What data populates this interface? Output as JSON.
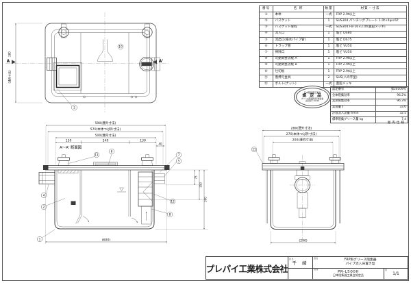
{
  "sheet": {
    "background": "#ffffff",
    "line_color": "#3c3c3c"
  },
  "plan": {
    "section_mark_left": "A",
    "section_mark_right": "A'",
    "vertical_dim_value": "280",
    "vertical_dim_note": "(漕外寸法)",
    "callouts": [
      "10",
      "2"
    ]
  },
  "section": {
    "label": "A～A' 断面図",
    "dims": {
      "outer_width": "590(漕外寸法)",
      "flange_width": "570(本体つば外寸法)",
      "inner_width": "500(漕内寸法)",
      "seg_left": "130",
      "seg_mid": "240",
      "seg_right": "130",
      "outlet_offset": "40",
      "depth_75": "75",
      "depth_150": "150",
      "depth_300": "300",
      "overall_width": "(600)"
    },
    "callouts": [
      "1",
      "2",
      "4",
      "11",
      "6",
      "7",
      "5",
      "12",
      "8"
    ]
  },
  "side": {
    "dims": {
      "outer_width": "280(漕外寸法)",
      "flange_width": "270(本体つば外寸法)",
      "inner_width": "200(漕内寸法)",
      "overall_width": "(290)"
    },
    "callouts": [
      "11"
    ]
  },
  "parts_table": {
    "headers": [
      "番号",
      "名  称",
      "数量",
      "材質・寸法"
    ],
    "rows": [
      [
        "①",
        "本体",
        "一式",
        "FRP 2.9t以上"
      ],
      [
        "②",
        "バスケット",
        "1",
        "SUS304 パンチングプレート 1.0t×4φ×6P"
      ],
      [
        "③",
        "バスケット受枠",
        "一式",
        "SUS304 FB-16×2.0t(亜鉛メッキ)"
      ],
      [
        "④",
        "流入口",
        "1",
        "塩ビ DS80"
      ],
      [
        "⑤",
        "流出口(排水パイプ管)",
        "1",
        "塩ビ DS75"
      ],
      [
        "⑥",
        "トラップ管",
        "1",
        "塩ビ VU50"
      ],
      [
        "⑦",
        "掃除口",
        "1",
        "塩ビ VU50"
      ],
      [
        "⑧",
        "可動式整流板 A",
        "1",
        "FRP 2.9t以上"
      ],
      [
        "⑨",
        "可動式整流板 B",
        "1",
        "FRP 2.9t以上"
      ],
      [
        "⑩",
        "仕切板",
        "1",
        "FRP 2.9t以上"
      ],
      [
        "⑪",
        "蓋押え金具",
        "2",
        "SUS(八の字型)"
      ],
      [
        "⑫",
        "ボルト(ナット)",
        "一式",
        "亜鉛メッキ"
      ]
    ]
  },
  "stamp": {
    "line1": "日本阻集器工業会",
    "line2": "認 定 品",
    "line3": "グリース阻集器認定委員会",
    "line4": "認定番号 20109"
  },
  "perf_table": {
    "rows": [
      [
        "認定番号",
        "第20109号"
      ],
      [
        "全体阻集効率",
        "96.2%"
      ],
      [
        "実測阻集効率",
        "96.3%"
      ],
      [
        "実容量 ℓ",
        "33.0"
      ],
      [
        "許容流入流量 ℓ/min",
        "32.5"
      ],
      [
        "標準阻集グリース量 kg",
        "7.4"
      ]
    ],
    "footer": "屋内仕様"
  },
  "title_block": {
    "company": "プレパイ工業株式会社",
    "person_label": "担当",
    "person": "千 崎",
    "person_sub_label": "",
    "name_label": "図名",
    "title_line1": "FRP製グリース阻集器",
    "title_line2": "パイプ流入床置き型",
    "number_label": "図番",
    "number": "PR-L500H",
    "certification": "日本阻集器工業会認定品",
    "page_label": "頁",
    "page": "1/1"
  }
}
